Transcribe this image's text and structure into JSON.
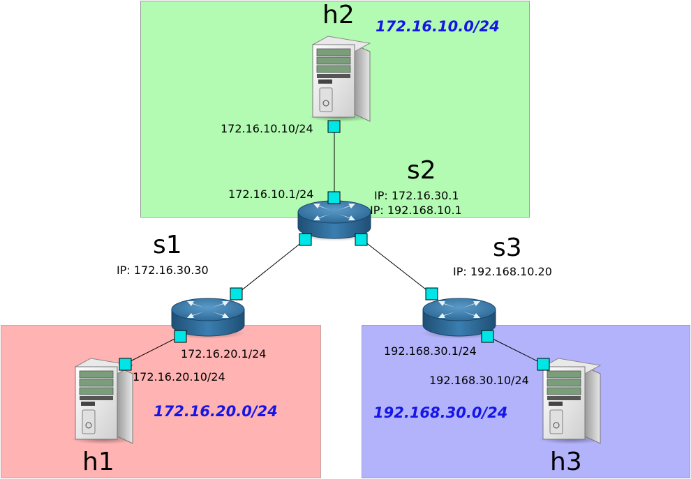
{
  "colors": {
    "zone_h2": "#b3fbb3",
    "zone_h1": "#ffb3b3",
    "zone_h3": "#b3b3fb",
    "port": "#00e5e5",
    "subnet_text": "#1515e6"
  },
  "subnets": {
    "h2": "172.16.10.0/24",
    "h1": "172.16.20.0/24",
    "h3": "192.168.30.0/24"
  },
  "hosts": {
    "h2": {
      "name": "h2",
      "ip": "172.16.10.10/24",
      "icon": "server-tower-icon"
    },
    "h1": {
      "name": "h1",
      "ip": "172.16.20.10/24",
      "icon": "server-tower-icon"
    },
    "h3": {
      "name": "h3",
      "ip": "192.168.30.10/24",
      "icon": "server-tower-icon"
    }
  },
  "routers": {
    "s2": {
      "name": "s2",
      "lan_ip": "172.16.10.1/24",
      "ip_line1": "IP: 172.16.30.1",
      "ip_line2": "IP: 192.168.10.1",
      "icon": "router-icon"
    },
    "s1": {
      "name": "s1",
      "ip_line": "IP: 172.16.30.30",
      "lan_ip": "172.16.20.1/24",
      "icon": "router-icon"
    },
    "s3": {
      "name": "s3",
      "ip_line": "IP: 192.168.10.20",
      "lan_ip": "192.168.30.1/24",
      "icon": "router-icon"
    }
  }
}
